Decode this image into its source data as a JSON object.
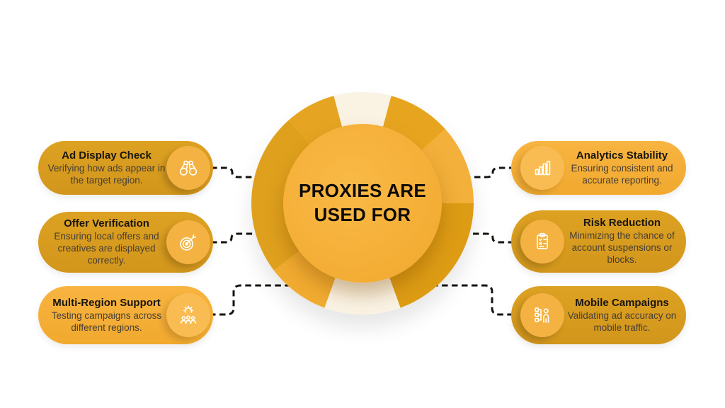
{
  "center": {
    "line1": "PROXIES ARE",
    "line2": "USED FOR"
  },
  "cards": [
    {
      "title": "Ad Display Check",
      "description": "Verifying how ads appear in the target region.",
      "icon": "binoculars-icon",
      "side": "left",
      "variant": "dark"
    },
    {
      "title": "Offer Verification",
      "description": "Ensuring local offers and creatives are displayed correctly.",
      "icon": "target-arrow-icon",
      "side": "left",
      "variant": "dark"
    },
    {
      "title": "Multi-Region Support",
      "description": "Testing campaigns across different regions.",
      "icon": "gear-team-icon",
      "side": "left",
      "variant": "light"
    },
    {
      "title": "Analytics Stability",
      "description": "Ensuring consistent and accurate reporting.",
      "icon": "bar-chart-icon",
      "side": "right",
      "variant": "light"
    },
    {
      "title": "Risk Reduction",
      "description": "Minimizing the chance of account suspensions or blocks.",
      "icon": "clipboard-checklist-icon",
      "side": "right",
      "variant": "dark"
    },
    {
      "title": "Mobile Campaigns",
      "description": "Validating ad accuracy on mobile traffic.",
      "icon": "org-person-icon",
      "side": "right",
      "variant": "dark"
    }
  ],
  "palette": {
    "pill_dark": "#D59A1D",
    "pill_light": "#F6B03A",
    "icon_circle": "#F3B242",
    "ring_gold_dark": "#DD9C14",
    "ring_gold_light": "#F3B03A",
    "ring_cream": "#FAF2E3",
    "inner_circle": "#F6B13A",
    "connector": "#17130E",
    "title_text": "#191510",
    "body_text": "#453E35"
  }
}
